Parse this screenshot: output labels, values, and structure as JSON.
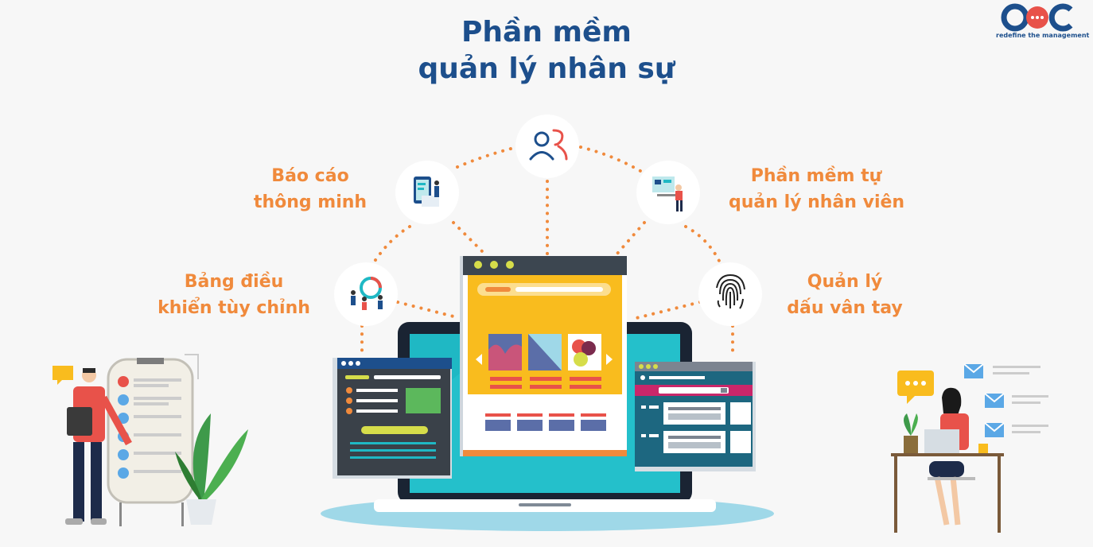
{
  "title": {
    "line1": "Phần mềm",
    "line2": "quản lý nhân sự"
  },
  "logo": {
    "tagline": "redefine the management"
  },
  "features": {
    "smart_report": {
      "line1": "Báo cáo",
      "line2": "thông minh"
    },
    "self_service": {
      "line1": "Phần mềm tự",
      "line2": "quản lý nhân viên"
    },
    "dashboard": {
      "line1": "Bảng điều",
      "line2": "khiển tùy chỉnh"
    },
    "fingerprint": {
      "line1": "Quản lý",
      "line2": "dấu vân tay"
    }
  },
  "colors": {
    "title": "#1d4f8c",
    "accent_orange": "#f08a3c",
    "laptop_screen": "#1fb8c4",
    "dotted_connector": "#f08a3c"
  },
  "icons": {
    "top_node": "users-icon",
    "report_node": "report-illustration-icon",
    "self_service_node": "employee-desk-icon",
    "dashboard_node": "dashboard-team-icon",
    "fingerprint_node": "fingerprint-icon"
  }
}
